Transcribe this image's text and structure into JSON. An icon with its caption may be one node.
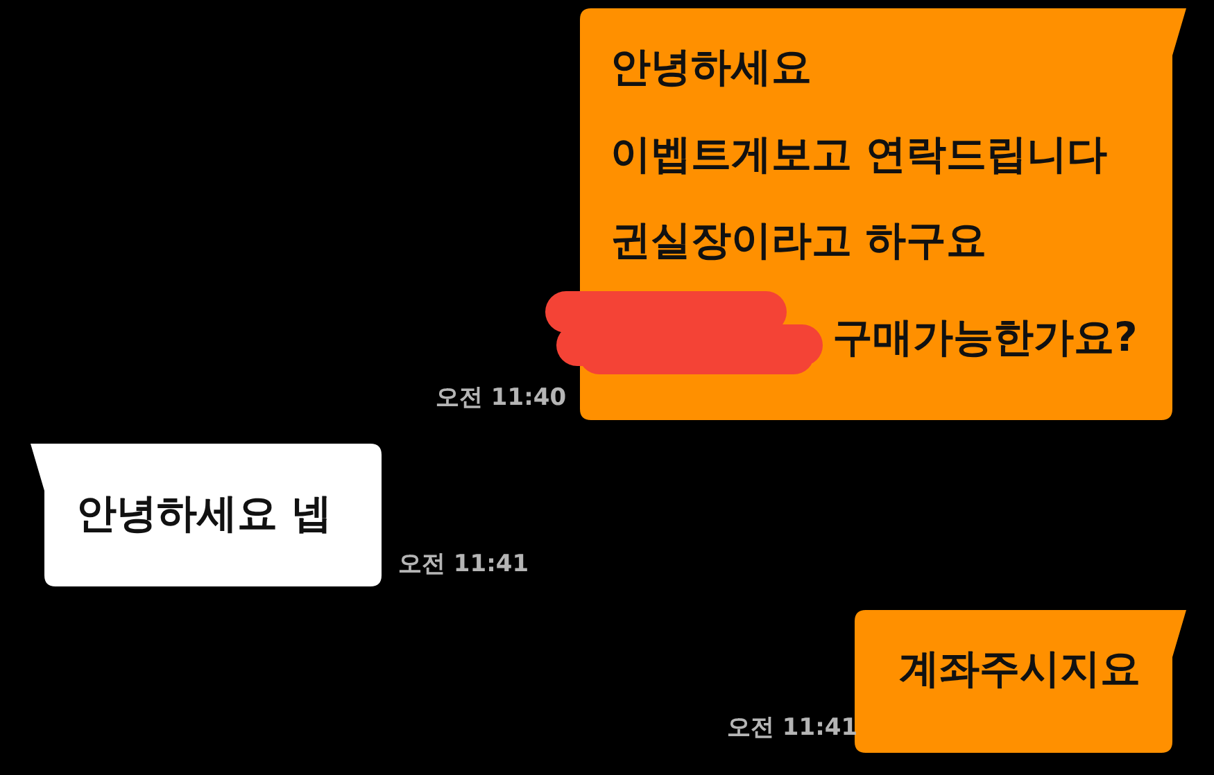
{
  "diagram": {
    "nodes": [
      {
        "text": [
          "안녕하세요",
          "이벱트게보고 연락드립니다",
          "귄실장이라고 하구요",
          "구매가능한가요?"
        ],
        "beside": [
          "오전 11:40"
        ]
      },
      {
        "text": [
          "안녕하세요 넵"
        ],
        "beside": [
          "오전 11:41"
        ]
      },
      {
        "text": [
          "계좌주시지요"
        ],
        "beside": [
          "오전 11:41"
        ]
      }
    ]
  }
}
